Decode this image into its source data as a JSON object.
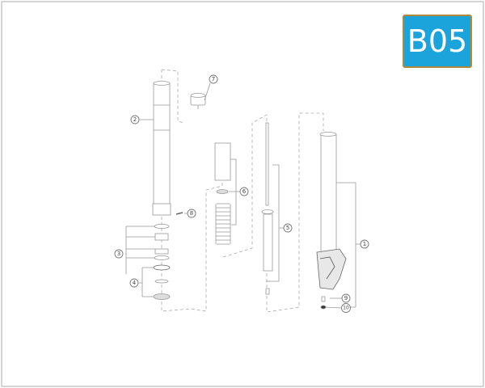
{
  "badge": {
    "label": "B05",
    "background": "#1ba3dc",
    "border": "#b08a3a"
  },
  "callouts": [
    "1",
    "2",
    "3",
    "4",
    "5",
    "6",
    "7",
    "8",
    "9",
    "10"
  ]
}
